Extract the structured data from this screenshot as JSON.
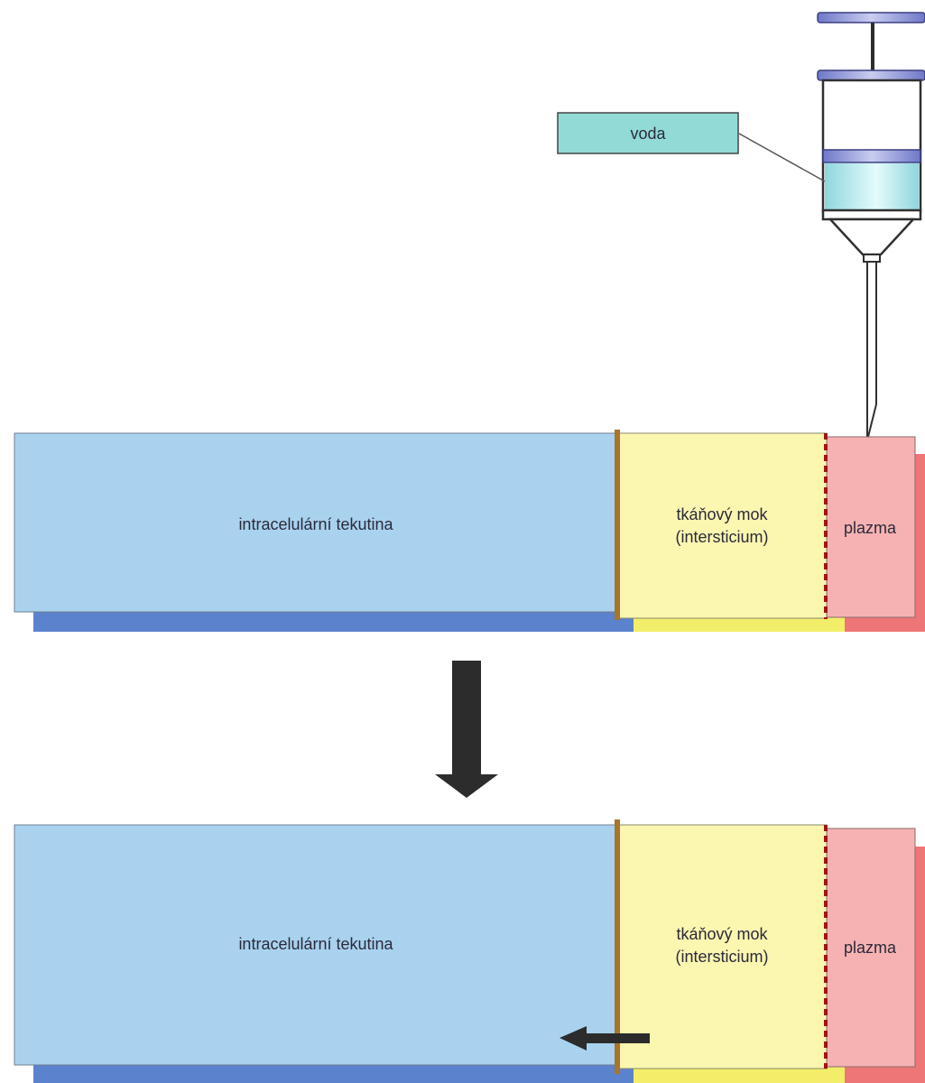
{
  "syringe": {
    "label": "voda"
  },
  "before": {
    "intracellular_label": "intracelulární tekutina",
    "interstitial_label_line1": "tkáňový mok",
    "interstitial_label_line2": "(intersticium)",
    "plasma_label": "plazma"
  },
  "after": {
    "intracellular_label": "intracelulární tekutina",
    "interstitial_label_line1": "tkáňový mok",
    "interstitial_label_line2": "(intersticium)",
    "plasma_label": "plazma"
  },
  "colors": {
    "intracellular": "#a9d2ef",
    "intracellular_shadow": "#5b82cc",
    "interstitial": "#fbf6b0",
    "interstitial_shadow": "#f2ee6a",
    "plasma": "#f6b2b2",
    "plasma_shadow": "#ee7676",
    "cell_membrane": "#a8742e",
    "capillary_wall": "#9e1616",
    "water": "#9fe0e6",
    "arrow": "#2c2c2c"
  },
  "icons": {
    "syringe": "syringe-icon",
    "process_arrow": "arrow-down-icon",
    "shift_arrow": "arrow-left-icon"
  }
}
